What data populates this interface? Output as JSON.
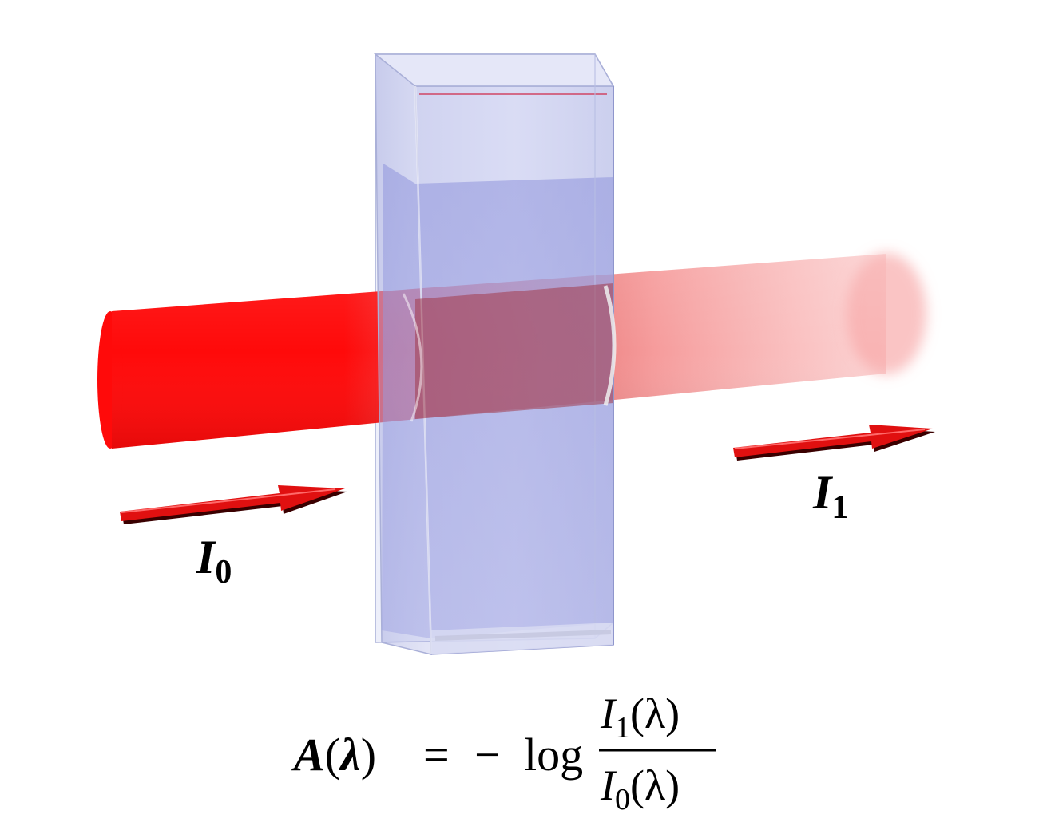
{
  "colors": {
    "beam": "#ff0a0a",
    "beam_transmitted": "#f48a8a",
    "cuvette_glass": "#c8cbef",
    "cuvette_liquid": "#a4a8e6",
    "cuvette_edge": "#aab0d8",
    "arrow": "#e01010",
    "arrow_shadow": "#3a0000",
    "text": "#000000"
  },
  "labels": {
    "incident_symbol": "I",
    "incident_subscript": "0",
    "transmitted_symbol": "I",
    "transmitted_subscript": "1"
  },
  "equation": {
    "lhs_symbol": "A",
    "lhs_open": "(",
    "lhs_var": "λ",
    "lhs_close": ")",
    "equals": "=",
    "minus": "−",
    "log": "log",
    "numerator_symbol": "I",
    "numerator_subscript": "1",
    "numerator_arg": "(λ)",
    "denominator_symbol": "I",
    "denominator_subscript": "0",
    "denominator_arg": "(λ)"
  }
}
